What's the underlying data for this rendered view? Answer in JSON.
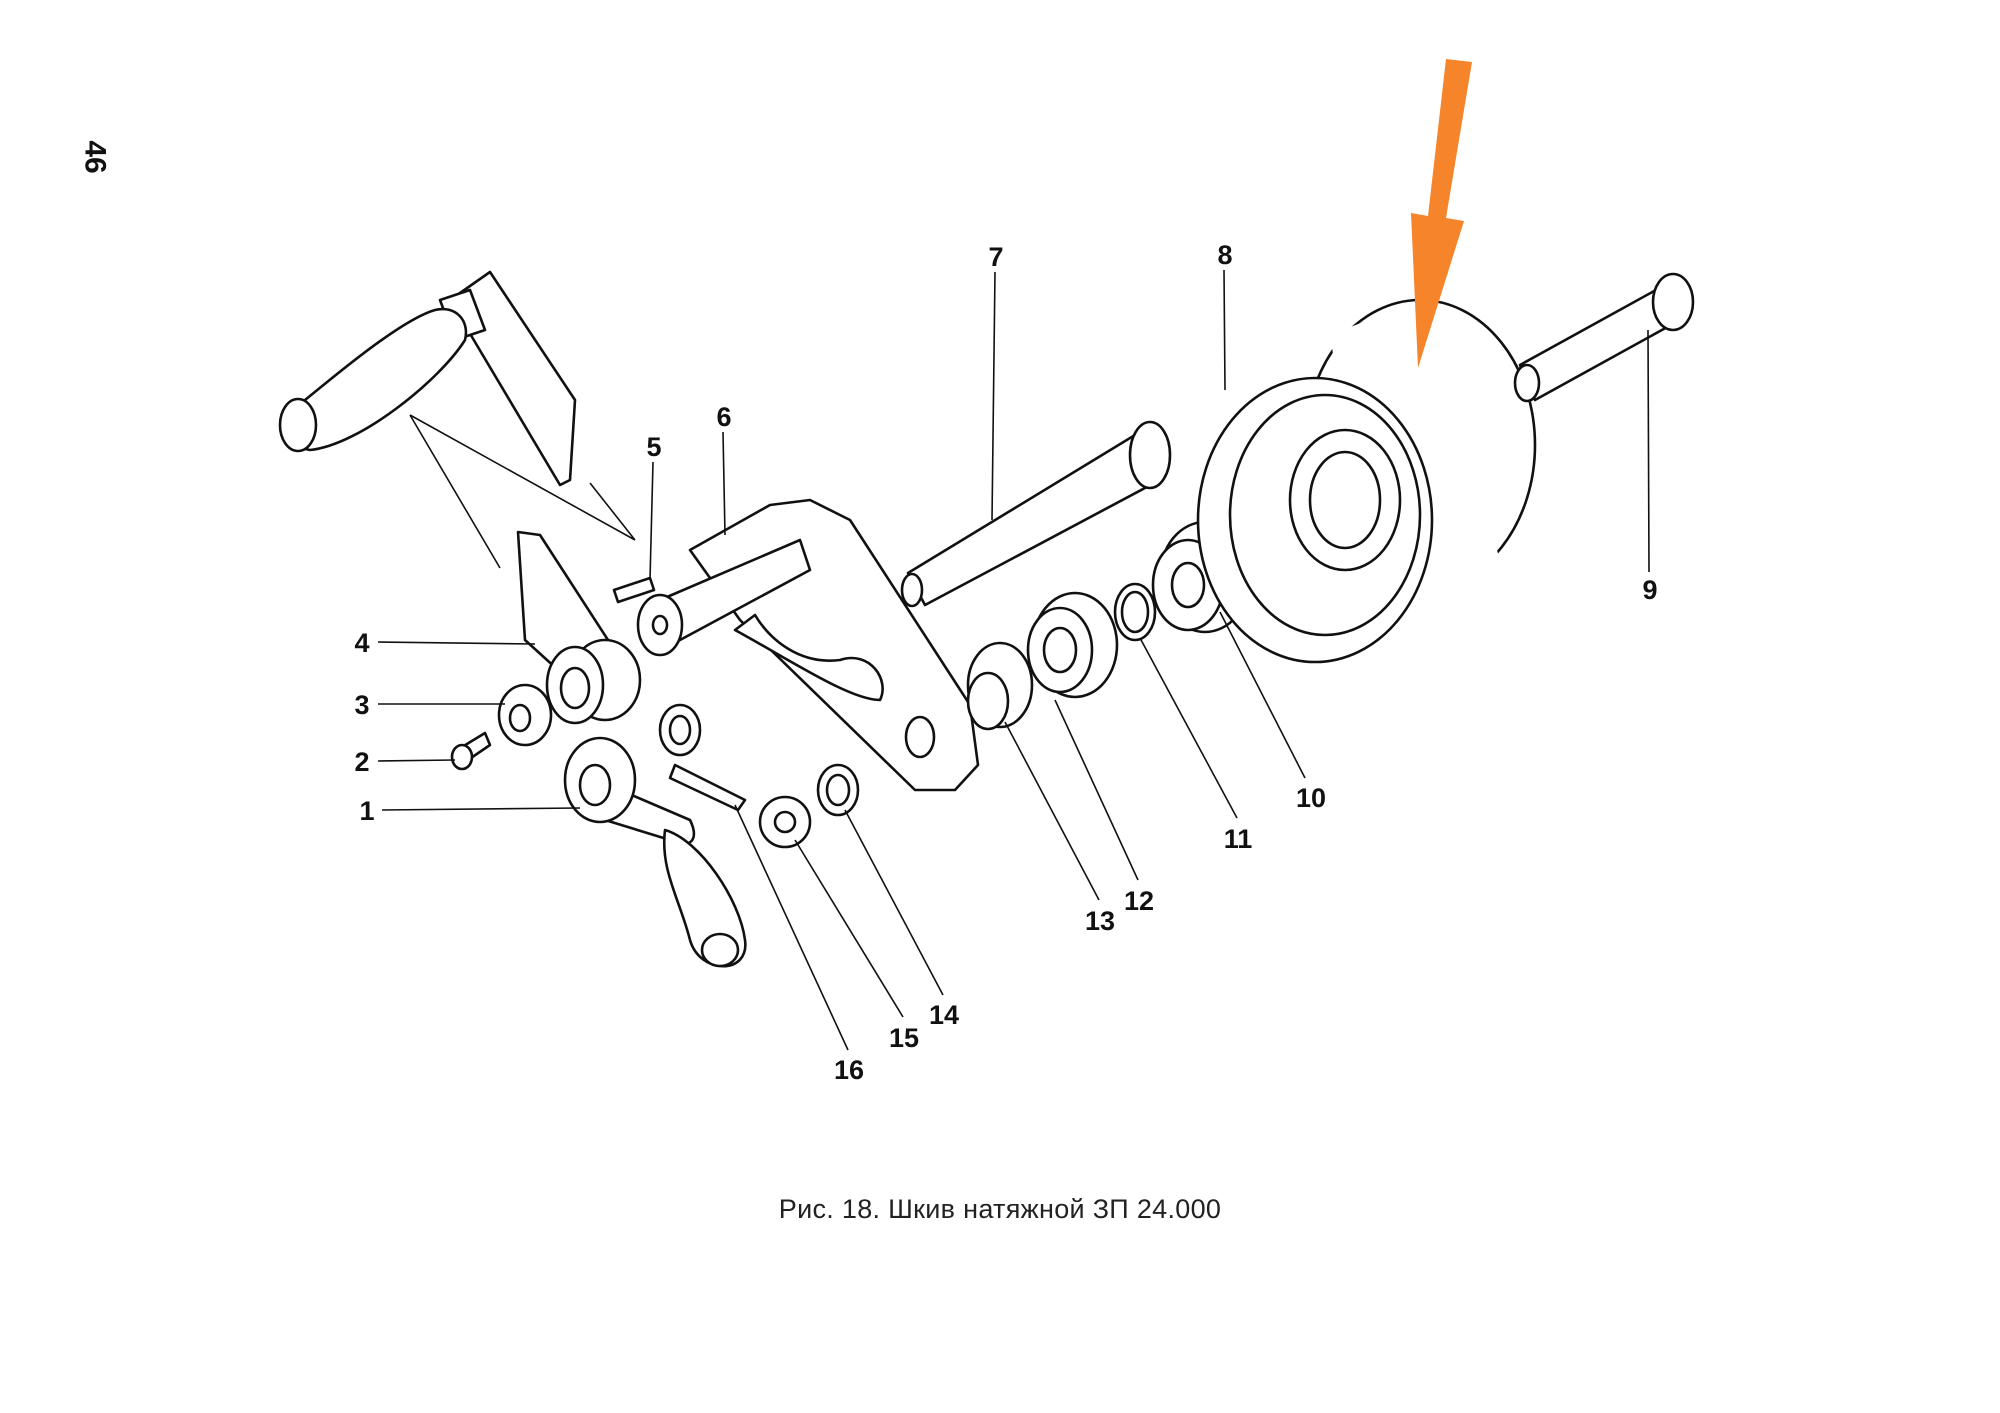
{
  "page_number": "46",
  "caption": "Рис. 18. Шкив натяжной ЗП 24.000",
  "part_labels": [
    "1",
    "2",
    "3",
    "4",
    "5",
    "6",
    "7",
    "8",
    "9",
    "10",
    "11",
    "12",
    "13",
    "14",
    "15",
    "16"
  ],
  "highlight_arrow": {
    "color": "#f5842a",
    "target_part": "8"
  }
}
